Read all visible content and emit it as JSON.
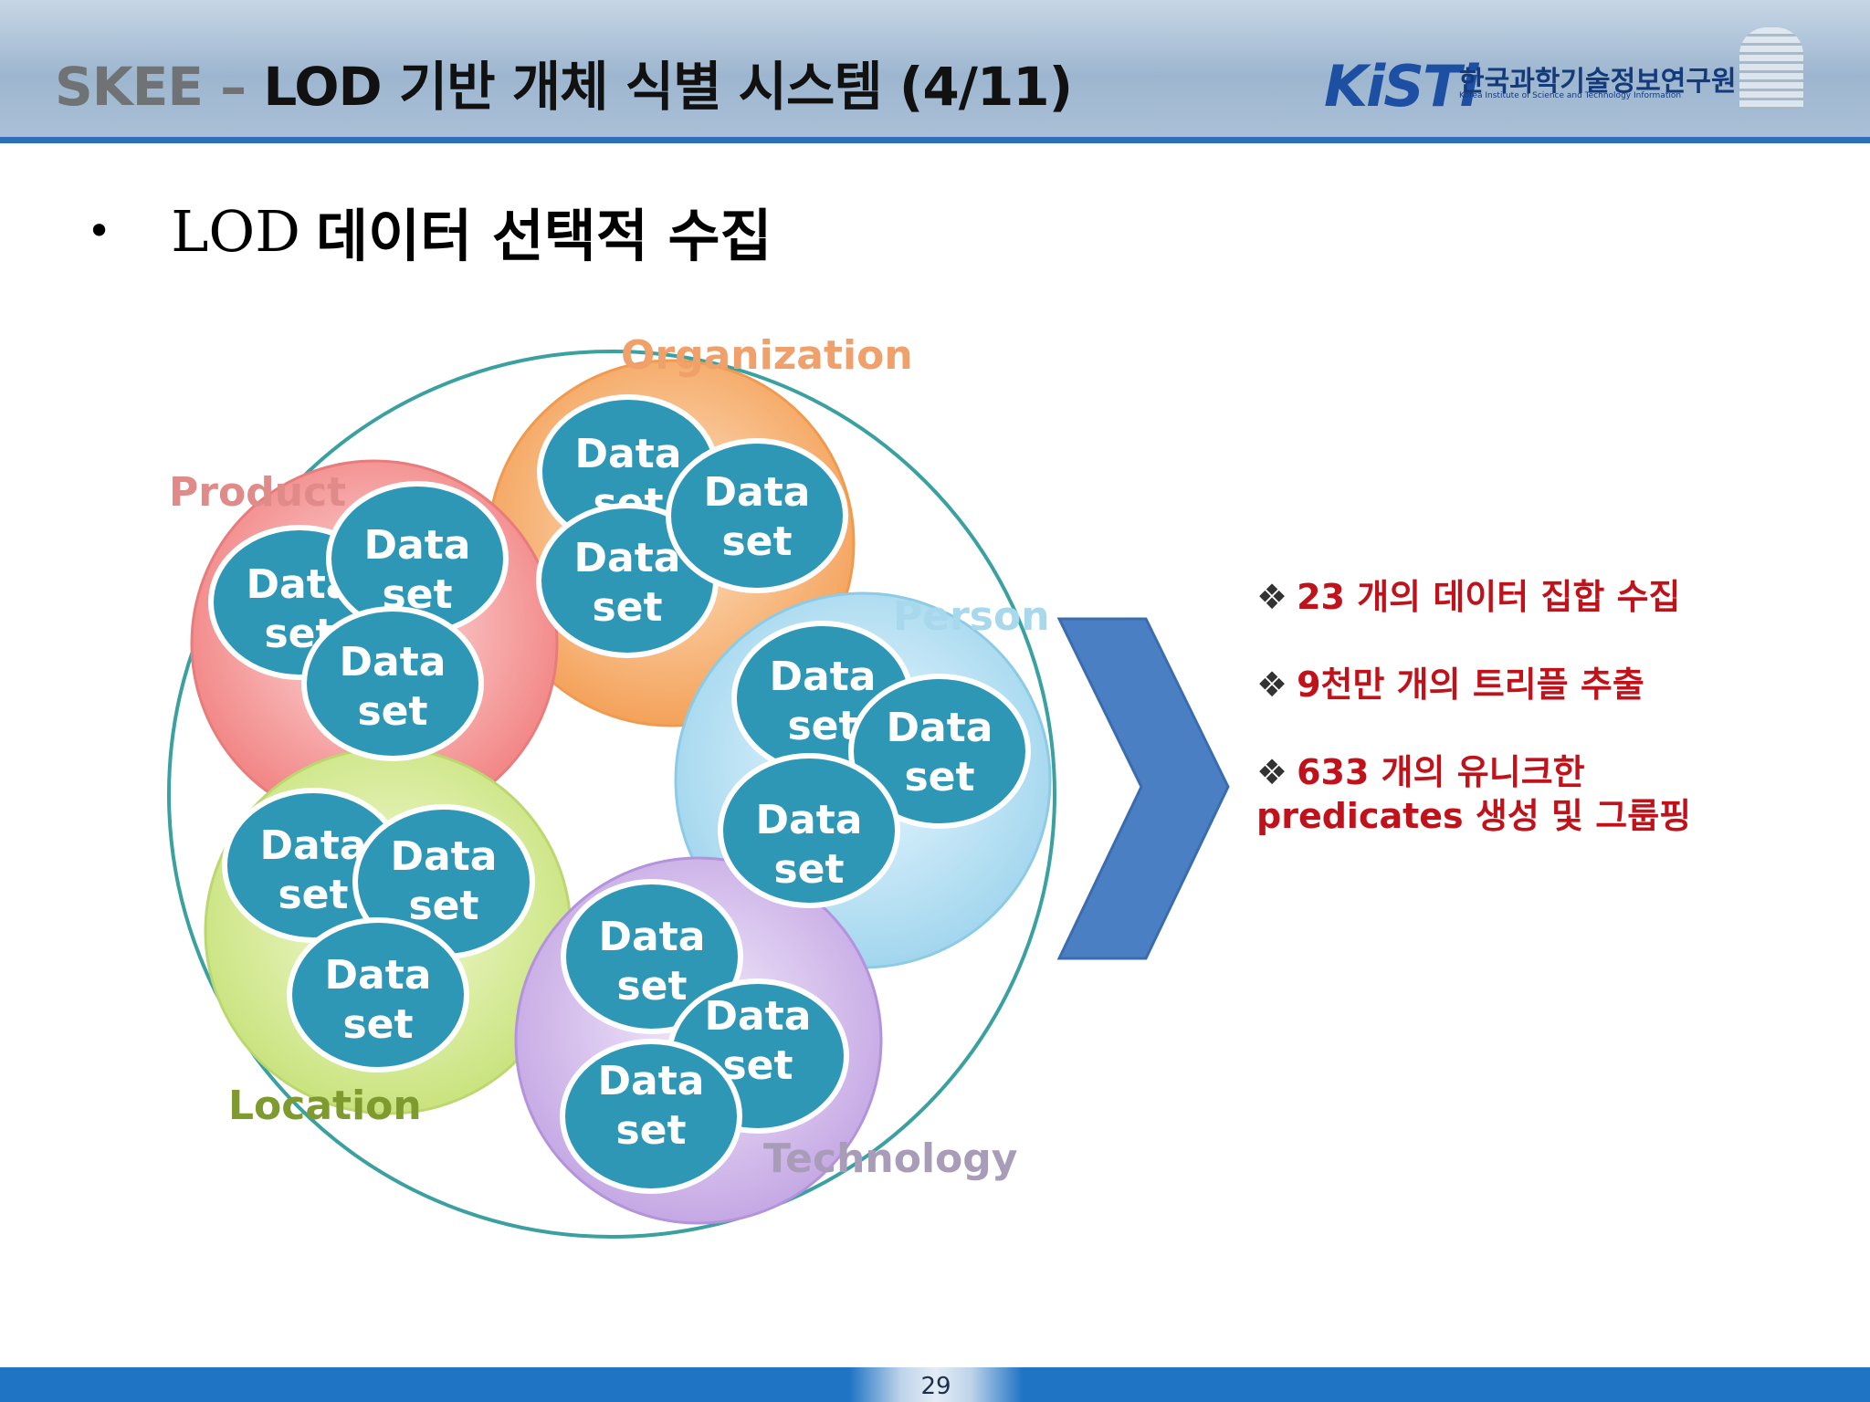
{
  "header": {
    "title_prefix": "SKEE –",
    "title_main": "LOD 기반 개체 식별 시스템 (4/11)",
    "logo_word": "KiSTi",
    "logo_name": "한국과학기술정보연구원",
    "logo_sub": "Korea Institute of Science and Technology Information"
  },
  "bullet": {
    "symbol": "•",
    "lod": "LOD",
    "text": "데이터 선택적 수집"
  },
  "diagram": {
    "dataset_line1": "Data",
    "dataset_line2": "set",
    "groups": [
      {
        "label": "Organization",
        "color": "#f5a45a",
        "label_color": "#f0a06a"
      },
      {
        "label": "Product",
        "color": "#f28b8b",
        "label_color": "#e08a8a"
      },
      {
        "label": "Person",
        "color": "#a9dcf2",
        "label_color": "#a8d8ec"
      },
      {
        "label": "Location",
        "color": "#cfe88a",
        "label_color": "#7f9a2e"
      },
      {
        "label": "Technology",
        "color": "#c9aee6",
        "label_color": "#a89cb8"
      }
    ]
  },
  "info": {
    "marker": "❖",
    "items": [
      "23 개의 데이터 집합 수집",
      "9천만 개의 트리플 추출",
      "633 개의 유니크한",
      "predicates 생성 및 그룹핑"
    ]
  },
  "footer": {
    "page": "29"
  },
  "colors": {
    "dataset_fill": "#2e97b5",
    "outer_ring": "#3aa0a0",
    "arrow": "#4a7fc3",
    "accent_red": "#c0121b",
    "header_line": "#2c6fb8"
  }
}
